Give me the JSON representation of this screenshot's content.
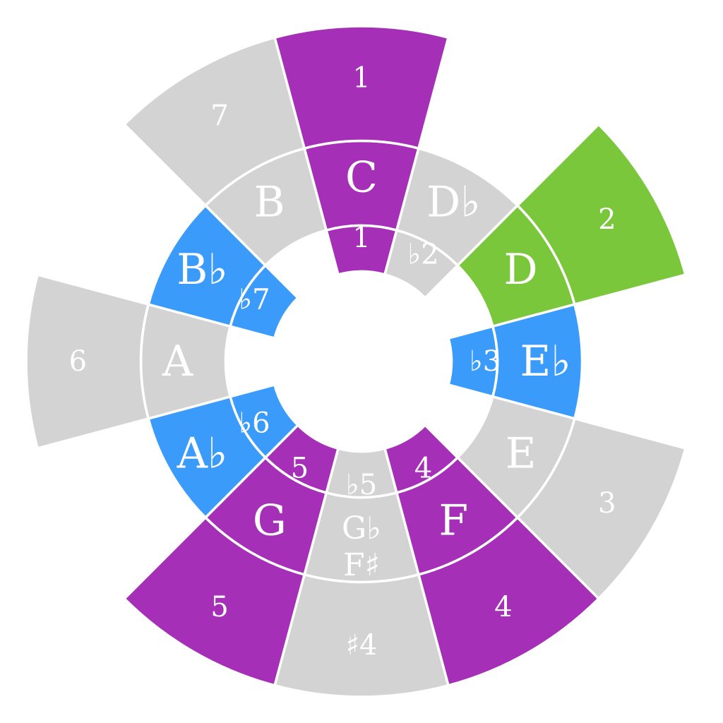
{
  "colors": {
    "purple": "#a530b7",
    "green": "#7ac73b",
    "blue": "#3a9bfb",
    "gray": "#d3d3d3"
  },
  "segments": [
    {
      "id": "0",
      "outer": "1",
      "note": [
        "C"
      ],
      "inner": "1",
      "outer_color": "purple",
      "note_color": "purple",
      "inner_color": "purple"
    },
    {
      "id": "1",
      "outer": "",
      "note": [
        "D♭"
      ],
      "inner": "♭2",
      "outer_color": null,
      "note_color": "gray",
      "inner_color": "gray"
    },
    {
      "id": "2",
      "outer": "2",
      "note": [
        "D"
      ],
      "inner": "",
      "outer_color": "green",
      "note_color": "green",
      "inner_color": null
    },
    {
      "id": "3",
      "outer": "",
      "note": [
        "E♭"
      ],
      "inner": "♭3",
      "outer_color": null,
      "note_color": "blue",
      "inner_color": "blue"
    },
    {
      "id": "4",
      "outer": "3",
      "note": [
        "E"
      ],
      "inner": "",
      "outer_color": "gray",
      "note_color": "gray",
      "inner_color": null
    },
    {
      "id": "5",
      "outer": "4",
      "note": [
        "F"
      ],
      "inner": "4",
      "outer_color": "purple",
      "note_color": "purple",
      "inner_color": "purple"
    },
    {
      "id": "6",
      "outer": "♯4",
      "note": [
        "G♭",
        "F♯"
      ],
      "inner": "♭5",
      "outer_color": "gray",
      "note_color": "gray",
      "inner_color": "gray"
    },
    {
      "id": "7",
      "outer": "5",
      "note": [
        "G"
      ],
      "inner": "5",
      "outer_color": "purple",
      "note_color": "purple",
      "inner_color": "purple"
    },
    {
      "id": "8",
      "outer": "",
      "note": [
        "A♭"
      ],
      "inner": "♭6",
      "outer_color": null,
      "note_color": "blue",
      "inner_color": "blue"
    },
    {
      "id": "9",
      "outer": "6",
      "note": [
        "A"
      ],
      "inner": "",
      "outer_color": "gray",
      "note_color": "gray",
      "inner_color": null
    },
    {
      "id": "10",
      "outer": "",
      "note": [
        "B♭"
      ],
      "inner": "♭7",
      "outer_color": null,
      "note_color": "blue",
      "inner_color": "blue"
    },
    {
      "id": "11",
      "outer": "7",
      "note": [
        "B"
      ],
      "inner": "",
      "outer_color": "gray",
      "note_color": "gray",
      "inner_color": null
    }
  ]
}
